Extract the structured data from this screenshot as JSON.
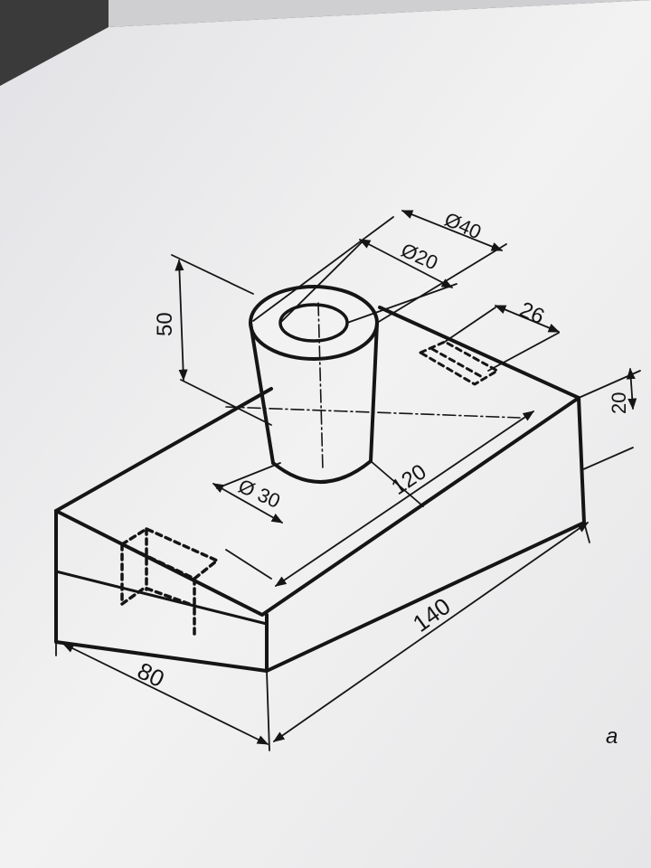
{
  "drawing": {
    "dimensions": {
      "outer_diameter": "Ø40",
      "inner_diameter": "Ø20",
      "cylinder_height": "50",
      "slot_width": "26",
      "block_height": "20",
      "base_diameter": "Ø 30",
      "axis_distance": "120",
      "block_length": "140",
      "block_width": "80"
    },
    "figure_label": "a"
  },
  "colors": {
    "paper": "#efefef",
    "line": "#151515",
    "background": "#3a3a3a"
  }
}
